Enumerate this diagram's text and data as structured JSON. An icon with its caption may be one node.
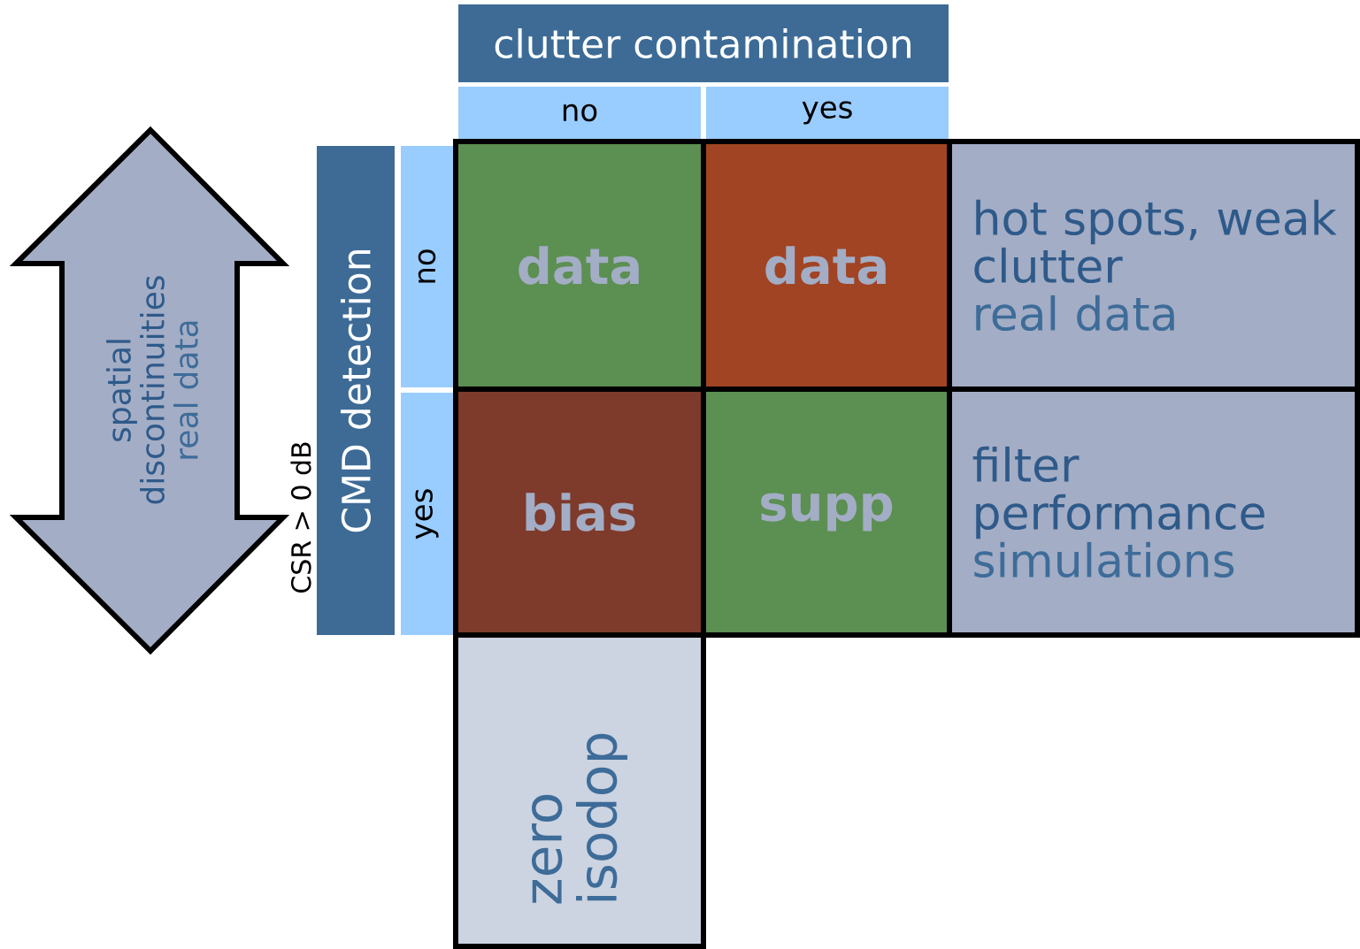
{
  "diagram": {
    "nodes": [
      {
        "text": [
          "clutter contamination"
        ]
      },
      {
        "text": [
          "no"
        ]
      },
      {
        "text": [
          "yes"
        ]
      },
      {
        "text": [
          "CMD detection"
        ]
      },
      {
        "text": [
          "no"
        ]
      },
      {
        "text": [
          "yes"
        ]
      },
      {
        "text": [
          "data"
        ]
      },
      {
        "text": [
          "data"
        ]
      },
      {
        "text": [
          "bias"
        ]
      },
      {
        "text": [
          "supp"
        ]
      },
      {
        "text": [
          "hot spots, weak clutter",
          "real data"
        ]
      },
      {
        "text": [
          "filter performance",
          "simulations"
        ]
      },
      {
        "text": [
          "zero isodop"
        ]
      },
      {
        "text": [
          "spatial discontinuities",
          "real data"
        ]
      }
    ],
    "labels": [
      "CSR > 0 dB"
    ]
  }
}
